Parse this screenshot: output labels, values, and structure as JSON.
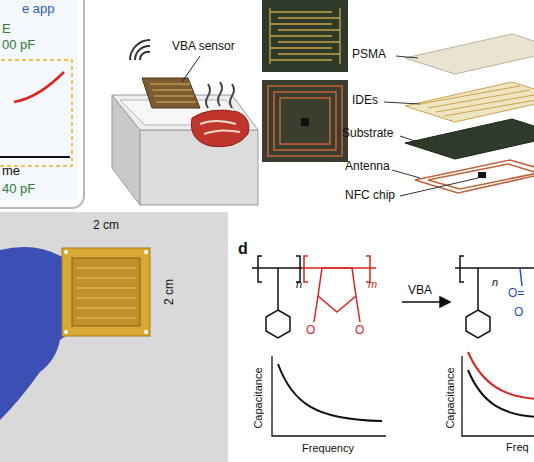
{
  "diagram": {
    "labels": [
      "e app",
      "E",
      "00 pF",
      "me",
      "40 pF",
      "VBA sensor",
      "PSMA",
      "IDEs",
      "Substrate",
      "Antenna",
      "NFC chip",
      "2 cm",
      "2 cm",
      "d",
      "n",
      "m",
      "O",
      "O",
      "VBA",
      "n",
      "O=",
      "O",
      "Capacitance",
      "Frequency",
      "Capacitance",
      "Freq"
    ]
  }
}
